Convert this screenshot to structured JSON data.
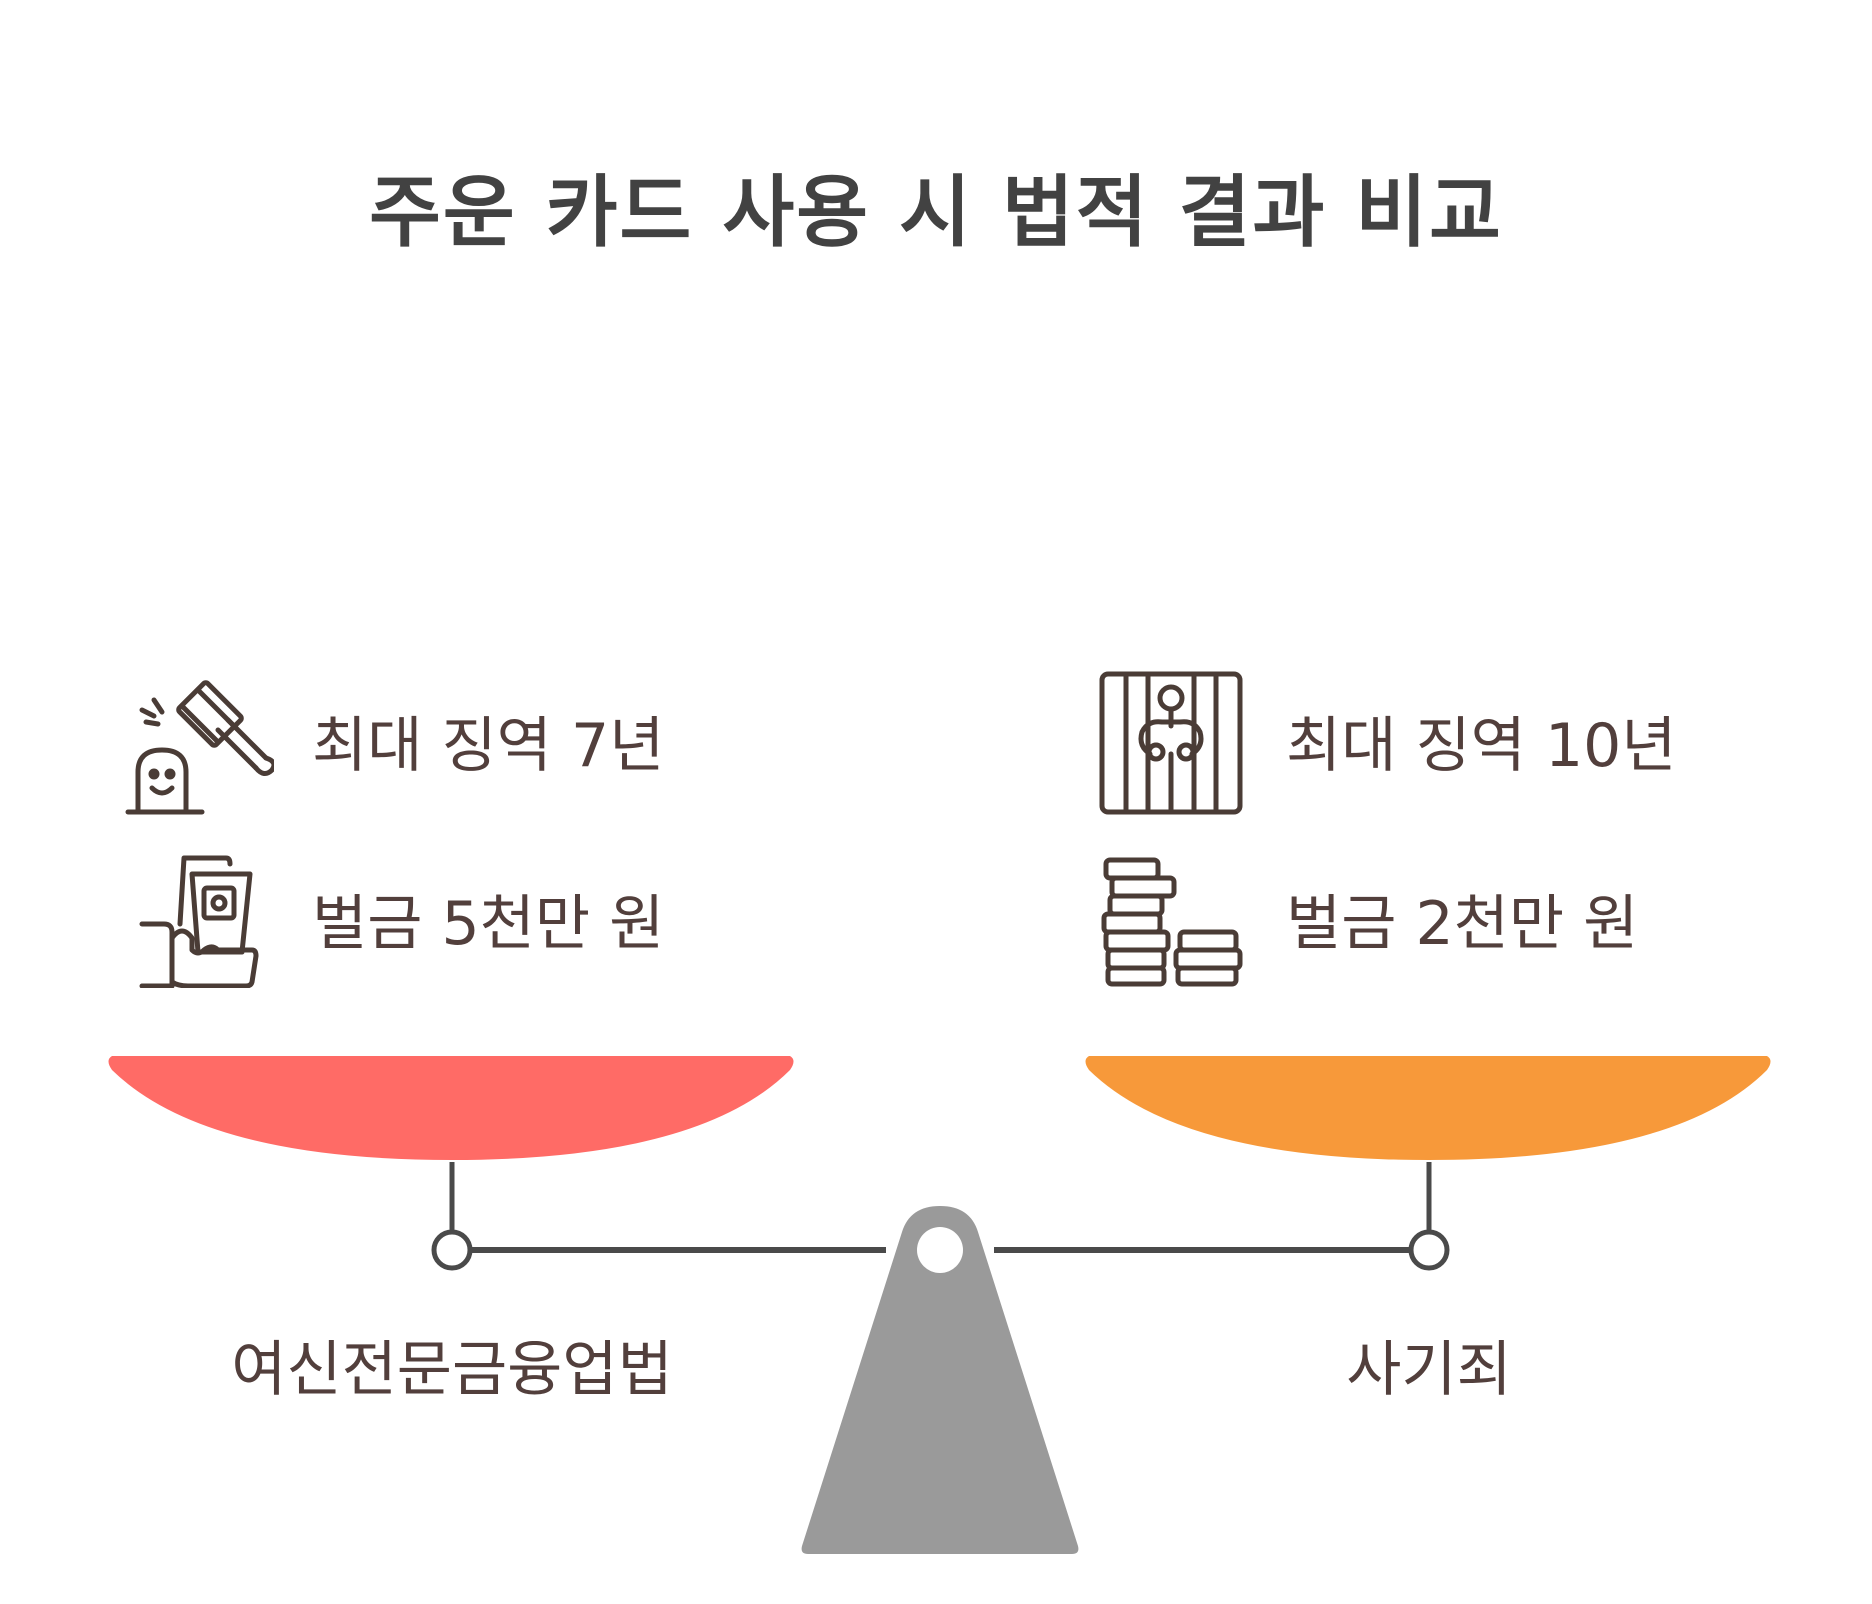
{
  "title": "주운 카드 사용 시 법적 결과 비교",
  "left": {
    "name": "여신전문금융업법",
    "pan_color": "#ff6b66",
    "items": [
      {
        "text": "최대 징역 7년",
        "icon": "gavel-icon"
      },
      {
        "text": "벌금 5천만 원",
        "icon": "money-hand-icon"
      }
    ]
  },
  "right": {
    "name": "사기죄",
    "pan_color": "#f7993a",
    "items": [
      {
        "text": "최대 징역 10년",
        "icon": "prison-bars-icon"
      },
      {
        "text": "벌금 2천만 원",
        "icon": "coin-stacks-icon"
      }
    ]
  },
  "colors": {
    "line": "#4a4a4a",
    "icon": "#4a3c36",
    "fulcrum": "#9a9a9a",
    "text": "#523f3c"
  }
}
